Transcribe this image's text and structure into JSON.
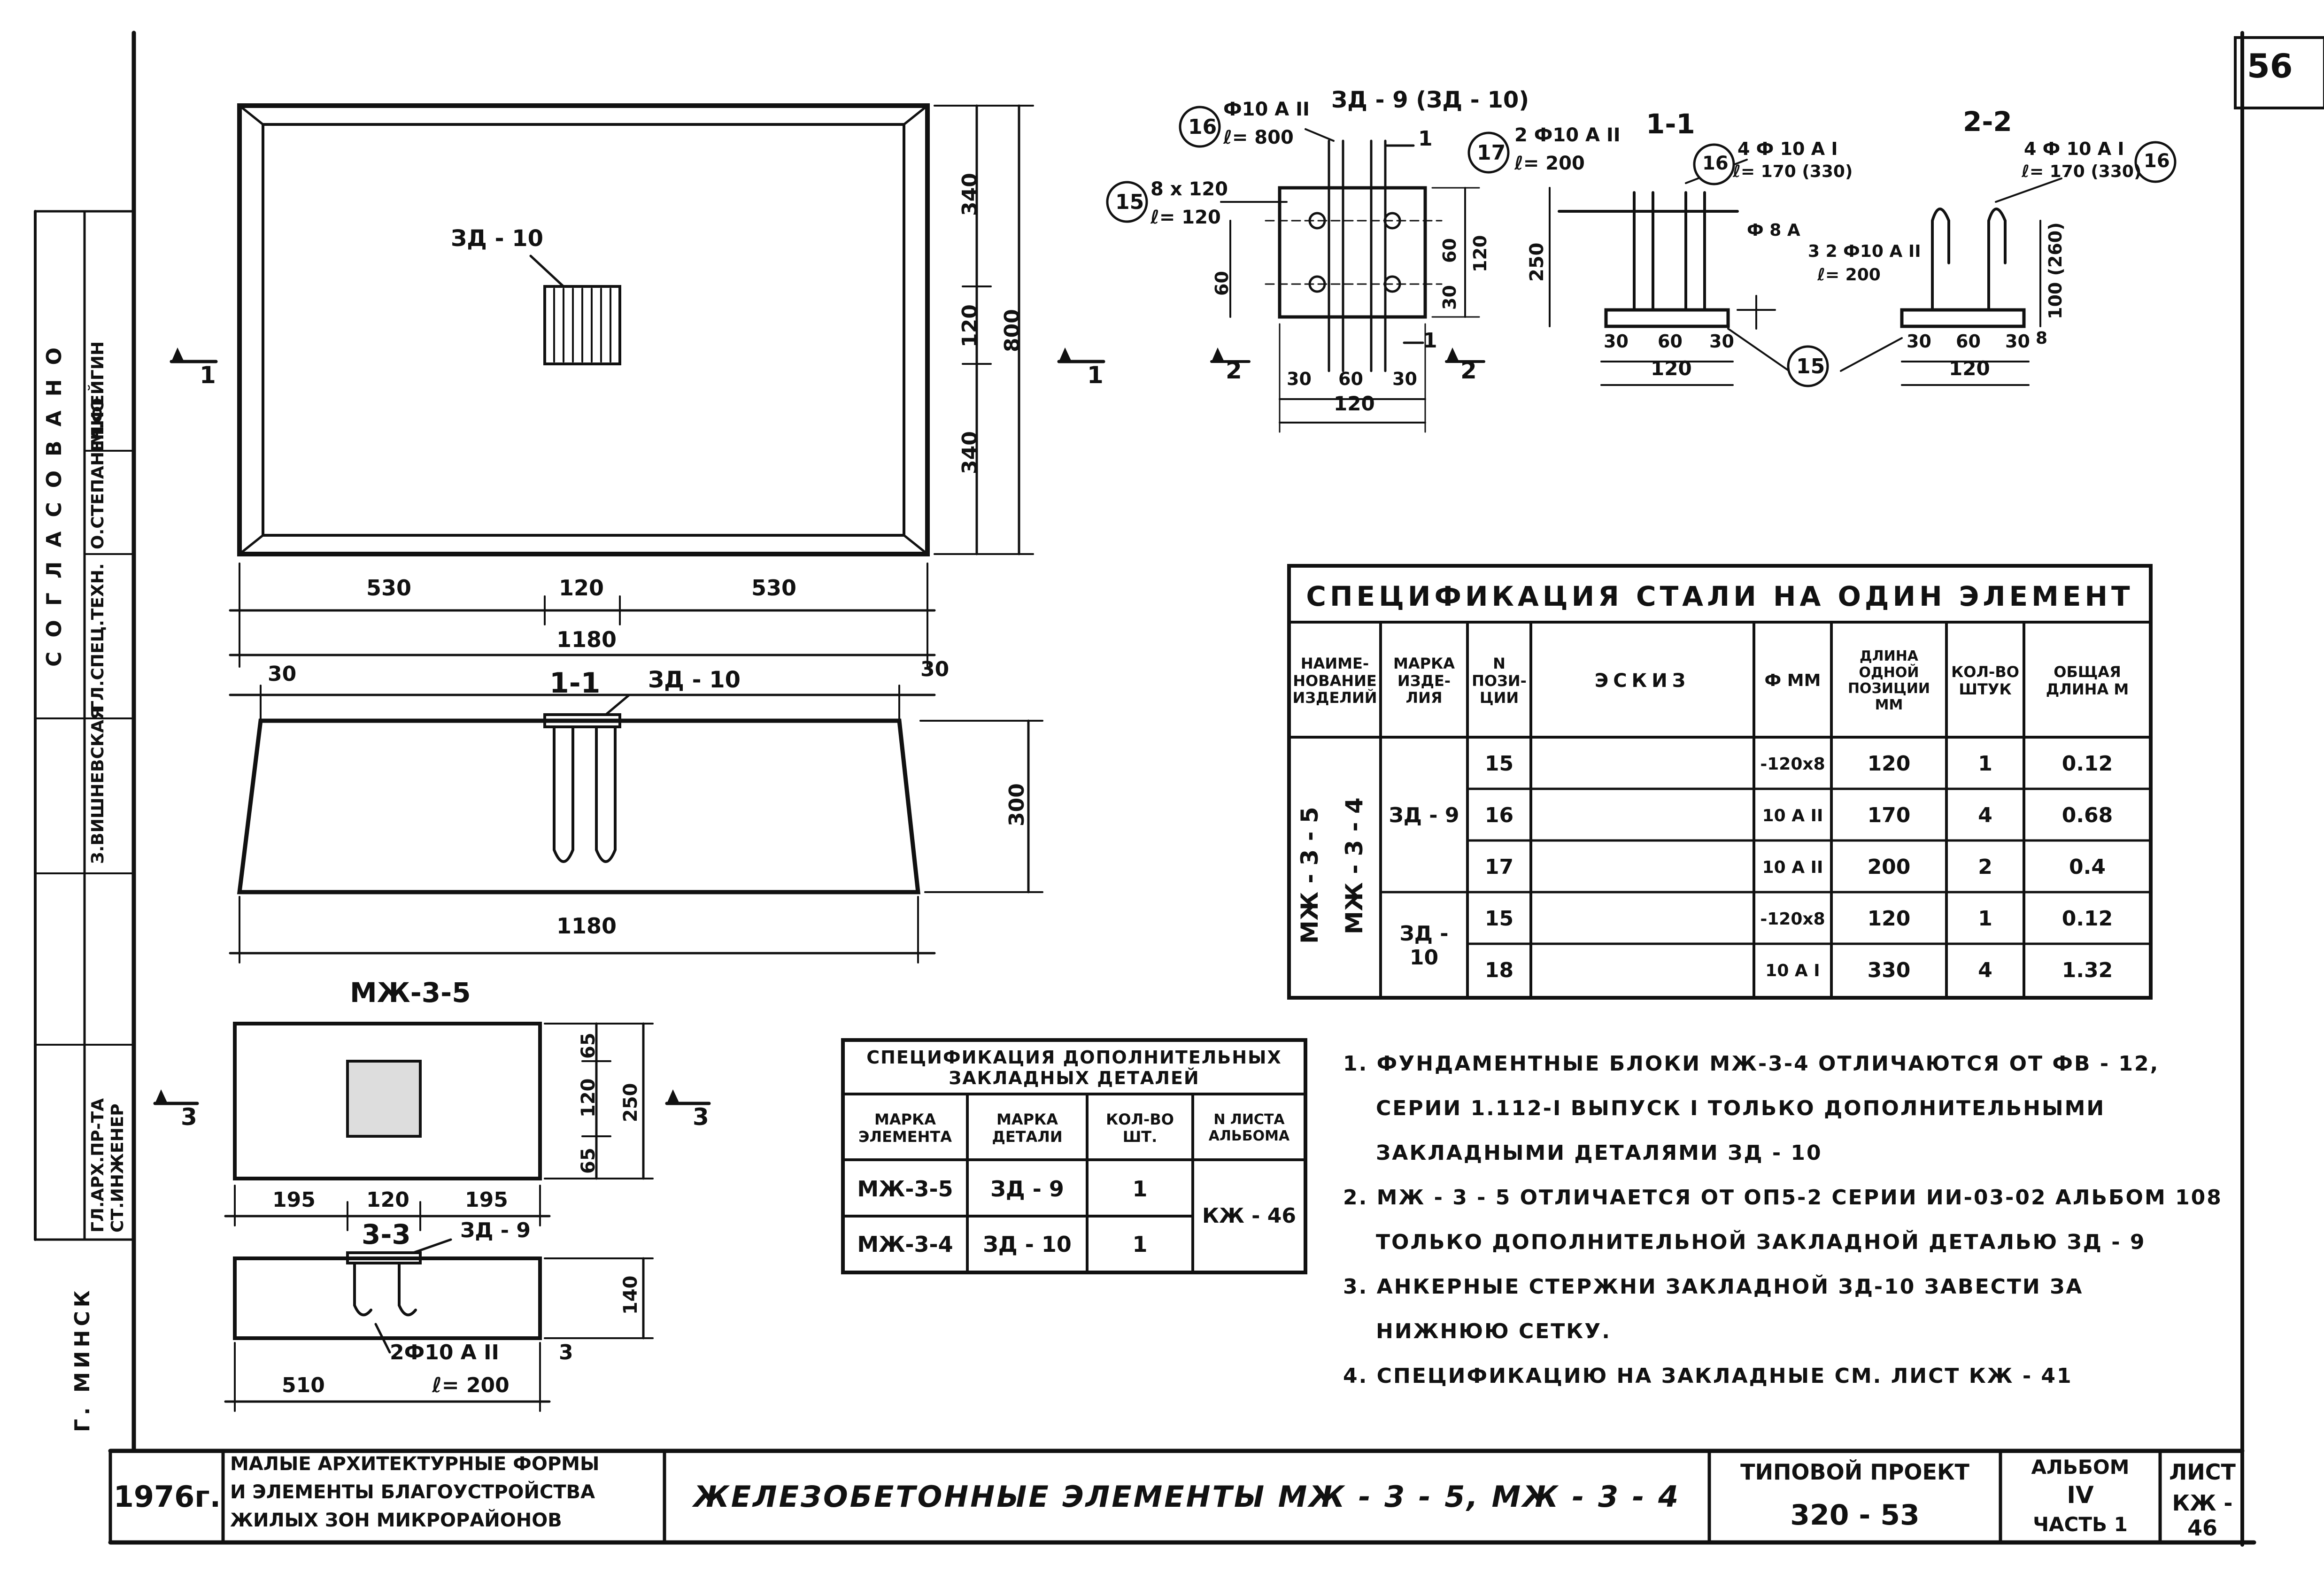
{
  "sheet_number": "56",
  "approvals": {
    "header": "СОГЛАСОВАНО",
    "rows": [
      {
        "role": "ГЛ.АРХ.ПР-ТА",
        "name": "З.ВИШНЕВСКАЯ"
      },
      {
        "role": "ГЛ.СПЕЦ.ТЕХН.",
        "name": "О.СТЕПАНЕНКО"
      },
      {
        "role": "СТ.ИНЖЕНЕР",
        "name": "М.ФЕЙГИН"
      }
    ],
    "city": "Г. МИНСК"
  },
  "plan_view": {
    "label_zd10": "ЗД - 10",
    "dim_top": "340",
    "dim_mid": "120",
    "dim_bottom": "340",
    "dim_total": "800",
    "dim_left": "530",
    "dim_center": "120",
    "dim_right": "530",
    "dim_width": "1180",
    "cut_mark": "1"
  },
  "section_1_1": {
    "title": "1-1",
    "label": "ЗД - 10",
    "dim_left": "30",
    "dim_right": "30",
    "dim_top": "1180",
    "dim_bottom": "1180",
    "dim_height": "300"
  },
  "small_block": {
    "title": "МЖ-3-5",
    "dim_h1": "65",
    "dim_h2": "120",
    "dim_h3": "65",
    "dim_total": "250",
    "dim_w1": "195",
    "dim_w2": "120",
    "dim_w3": "195",
    "cut_mark": "3"
  },
  "section_3_3": {
    "title": "3-3",
    "label": "ЗД - 9",
    "dim_height": "140",
    "rebar": "2Ф10 А II",
    "rebar_num": "3",
    "length": "ℓ= 200",
    "dim_width": "510"
  },
  "detail_zd9": {
    "title": "ЗД - 9 (ЗД - 10)",
    "callout_16": "16",
    "callout_16_text": "Ф10 А II",
    "callout_16_len": "ℓ= 800",
    "callout_17": "17",
    "callout_17_text": "2 Ф10 А II",
    "callout_17_len": "ℓ= 200",
    "callout_15": "15",
    "callout_15_text": "8 х 120",
    "callout_15_len": "ℓ= 120",
    "dim_30": "30",
    "dim_60": "60",
    "dim_120": "120",
    "dim_v60": "60",
    "dim_v30": "30",
    "dim_v120": "120",
    "dim_left60": "60",
    "cut_1": "1",
    "cut_2": "2"
  },
  "detail_1_1": {
    "title": "1-1",
    "rebar": "4 Ф 10 А I",
    "rebar_len": "ℓ= 170 (330)",
    "callout": "16",
    "bar8": "Ф 8 А",
    "rebar32": "3 2 Ф10 А II",
    "rebar32_len": "ℓ= 200",
    "dim_height": "250",
    "dim_30a": "30",
    "dim_60": "60",
    "dim_30b": "30",
    "dim_120": "120",
    "plate": "15"
  },
  "detail_2_2": {
    "title": "2-2",
    "rebar": "4 Ф 10 А I",
    "rebar_len": "ℓ= 170 (330)",
    "callout": "16",
    "dim_height": "100 (260)",
    "dim_8": "8",
    "dim_30a": "30",
    "dim_60": "60",
    "dim_30b": "30",
    "dim_120": "120"
  },
  "steel_spec": {
    "title": "СПЕЦИФИКАЦИЯ СТАЛИ НА ОДИН ЭЛЕМЕНТ",
    "headers": [
      "НАИМЕ-НОВАНИЕ ИЗДЕЛИЙ",
      "МАРКА ИЗДЕ-ЛИЯ",
      "N ПОЗИ-ЦИИ",
      "ЭСКИЗ",
      "Ф ММ",
      "ДЛИНА ОДНОЙ ПОЗИЦИИ ММ",
      "КОЛ-ВО ШТУК",
      "ОБЩАЯ ДЛИНА М"
    ],
    "product_names": [
      "МЖ - 3 - 5",
      "МЖ - 3 - 4"
    ],
    "marks": [
      "ЗД - 9",
      "ЗД - 10"
    ],
    "rows": [
      {
        "pos": "15",
        "dia": "-120х8",
        "len": "120",
        "qty": "1",
        "total": "0.12"
      },
      {
        "pos": "16",
        "dia": "10 А II",
        "len": "170",
        "qty": "4",
        "total": "0.68"
      },
      {
        "pos": "17",
        "dia": "10 А II",
        "len": "200",
        "qty": "2",
        "total": "0.4"
      },
      {
        "pos": "15",
        "dia": "-120х8",
        "len": "120",
        "qty": "1",
        "total": "0.12"
      },
      {
        "pos": "18",
        "dia": "10 А I",
        "len": "330",
        "qty": "4",
        "total": "1.32"
      }
    ]
  },
  "extra_spec": {
    "title": "СПЕЦИФИКАЦИЯ ДОПОЛНИТЕЛЬНЫХ ЗАКЛАДНЫХ ДЕТАЛЕЙ",
    "headers": [
      "МАРКА ЭЛЕМЕНТА",
      "МАРКА ДЕТАЛИ",
      "КОЛ-ВО ШТ.",
      "N ЛИСТА АЛЬБОМА"
    ],
    "rows": [
      {
        "element": "МЖ-3-5",
        "detail": "ЗД - 9",
        "qty": "1"
      },
      {
        "element": "МЖ-3-4",
        "detail": "ЗД - 10",
        "qty": "1"
      }
    ],
    "sheet_ref": "КЖ - 46"
  },
  "notes": [
    "1. ФУНДАМЕНТНЫЕ БЛОКИ МЖ-3-4 ОТЛИЧАЮТСЯ ОТ ФВ - 12,",
    "СЕРИИ 1.112-I ВЫПУСК I ТОЛЬКО ДОПОЛНИТЕЛЬНЫМИ",
    "ЗАКЛАДНЫМИ ДЕТАЛЯМИ ЗД - 10",
    "2. МЖ - 3 - 5 ОТЛИЧАЕТСЯ ОТ ОП5-2 СЕРИИ ИИ-03-02 АЛЬБОМ 108",
    "ТОЛЬКО ДОПОЛНИТЕЛЬНОЙ ЗАКЛАДНОЙ ДЕТАЛЬЮ ЗД - 9",
    "3. АНКЕРНЫЕ СТЕРЖНИ ЗАКЛАДНОЙ ЗД-10 ЗАВЕСТИ ЗА",
    "НИЖНЮЮ СЕТКУ.",
    "4. СПЕЦИФИКАЦИЮ НА ЗАКЛАДНЫЕ СМ. ЛИСТ КЖ - 41"
  ],
  "title_block": {
    "year": "1976г.",
    "project_desc": [
      "МАЛЫЕ АРХИТЕКТУРНЫЕ ФОРМЫ",
      "И ЭЛЕМЕНТЫ БЛАГОУСТРОЙСТВА",
      "ЖИЛЫХ ЗОН МИКРОРАЙОНОВ"
    ],
    "title": "ЖЕЛЕЗОБЕТОННЫЕ ЭЛЕМЕНТЫ МЖ - 3 - 5, МЖ - 3 - 4",
    "project_label": "ТИПОВОЙ ПРОЕКТ",
    "project_number": "320 - 53",
    "album_label": "АЛЬБОМ",
    "album_number": "IV",
    "part": "ЧАСТЬ 1",
    "sheet_label": "ЛИСТ",
    "sheet_code": "КЖ - 46"
  }
}
